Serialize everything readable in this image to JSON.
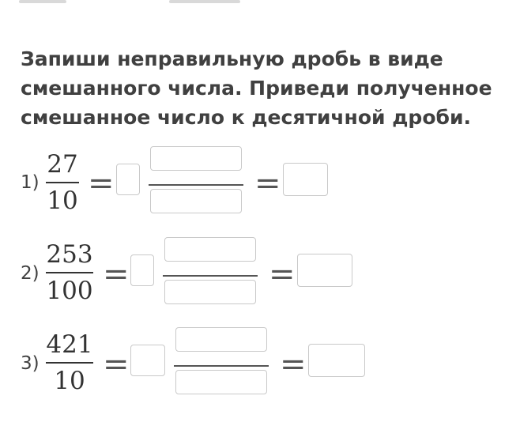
{
  "question": {
    "text": "Запиши неправильную дробь в виде смешанного числа. Приведи полученное смешанное число к десятичной дроби."
  },
  "items": [
    {
      "label": "1)",
      "numerator": "27",
      "denominator": "10",
      "equals": "="
    },
    {
      "label": "2)",
      "numerator": "253",
      "denominator": "100",
      "equals": "="
    },
    {
      "label": "3)",
      "numerator": "421",
      "denominator": "10",
      "equals": "="
    }
  ],
  "inputs": {
    "whole_placeholder": "",
    "numerator_placeholder": "",
    "denominator_placeholder": "",
    "decimal_placeholder": ""
  }
}
